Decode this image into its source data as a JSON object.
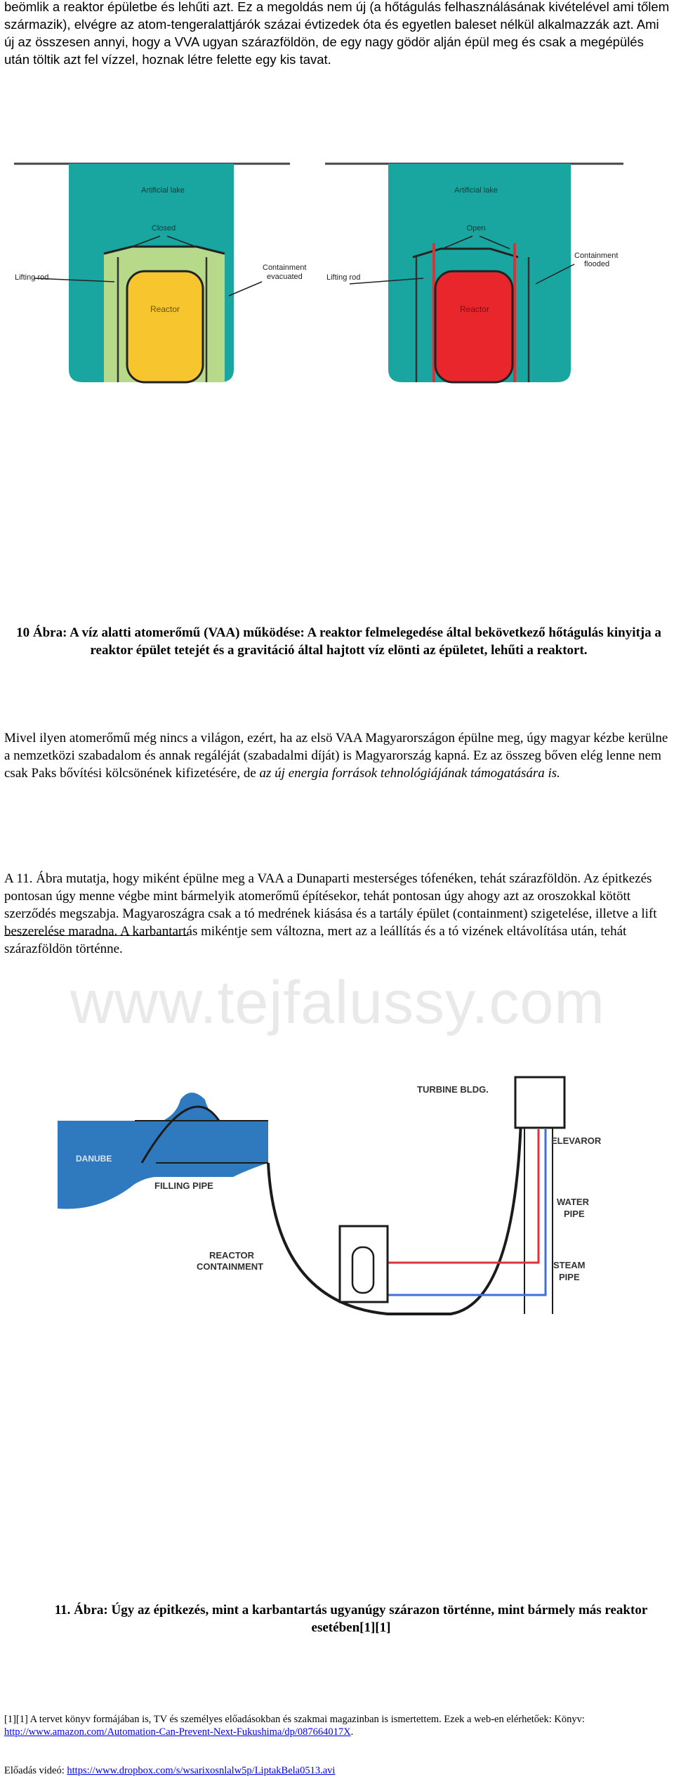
{
  "text": {
    "para1": "beömlik a reaktor épületbe és lehűti azt. Ez a megoldás nem új (a hőtágulás felhasználásának kivételével ami tőlem származik), elvégre az atom-tengeralattjárók százai évtizedek óta és egyetlen baleset nélkül alkalmazzák azt. Ami új az összesen annyi, hogy a VVA ugyan szárazföldön, de egy nagy gödör alján épül meg és csak a megépülés után töltik azt fel vízzel, hoznak létre felette egy kis tavat.",
    "caption1": "10 Ábra: A víz alatti atomerőmű (VAA) működése: A reaktor felmelegedése által bekövetkező hőtágulás kinyitja a reaktor épület tetejét és a gravitáció által hajtott víz elönti az épületet, lehűti a reaktort.",
    "para2_main": "Mivel ilyen atomerőmű még nincs a világon, ezért, ha az elsö VAA Magyarországon épülne meg, úgy magyar kézbe kerülne a nemzetközi szabadalom és annak regáléját (szabadalmi díját) is Magyarország kapná. Ez az összeg bőven elég lenne nem csak Paks bővítési kölcsönének kifizetésére, de ",
    "para2_italic": "az új energia források tehnológiájának támogatására is.",
    "para3": "A 11. Ábra mutatja, hogy miként épülne meg a VAA a Dunaparti mesterséges tófenéken, tehát szárazföldön. Az épitkezés pontosan úgy menne végbe mint bármelyik atomerőmű építésekor, tehát pontosan úgy ahogy azt az oroszokkal kötött szerződés megszabja. Magyaroszágra csak a tó medrének kiásása és a tartály épület (containment) szigetelése, illetve a lift beszerelése maradna. A karbantartás mikéntje sem változna, mert az a leállítás és a tó vizének eltávolítása után, tehát szárazföldön történne.",
    "caption2": "11. Ábra: Úgy az épitkezés, mint a karbantartás ugyanúgy szárazon történne, mint bármely más reaktor esetében[1][1]",
    "footnote_line1": "[1][1] A tervet könyv formájában is, TV és személyes előadásokban és szakmai magazinban is ismertettem. Ezek a web-en elérhetőek: Könyv: ",
    "footnote_link1": "http://www.amazon.com/Automation-Can-Prevent-Next-Fukushima/dp/087664017X",
    "footnote_line1_end": ".",
    "footnote_line2_label": "Előadás videó: ",
    "footnote_link2": "https://www.dropbox.com/s/wsarixosnlalw5p/LiptakBela0513.avi",
    "watermark": "www.tejfalussy.com"
  },
  "figure1": {
    "left": {
      "lake_label": "Artificial lake",
      "roof_label": "Closed",
      "containment_label_1": "Containment",
      "containment_label_2": "evacuated",
      "rod_label": "Lifting rod",
      "reactor_label": "Reactor"
    },
    "right": {
      "lake_label": "Artificial lake",
      "roof_label": "Open",
      "containment_label_1": "Containment",
      "containment_label_2": "flooded",
      "rod_label": "Lifting rod",
      "reactor_label": "Reactor"
    },
    "colors": {
      "water": "#1aa6a0",
      "containment_dry": "#b7d98a",
      "reactor_cold": "#f7c62e",
      "reactor_hot": "#e8262b"
    }
  },
  "figure2": {
    "turbine_label": "TURBINE BLDG.",
    "elevator_label": "ELEVAROR",
    "danube_label": "DANUBE",
    "filling_pipe_label": "FILLING PIPE",
    "water_pipe_label_1": "WATER",
    "water_pipe_label_2": "PIPE",
    "containment_label_1": "REACTOR",
    "containment_label_2": "CONTAINMENT",
    "steam_pipe_label_1": "STEAM",
    "steam_pipe_label_2": "PIPE",
    "colors": {
      "danube": "#2f79bf",
      "steam_pipe": "#e0303a",
      "water_pipe": "#3f6fd8"
    }
  }
}
